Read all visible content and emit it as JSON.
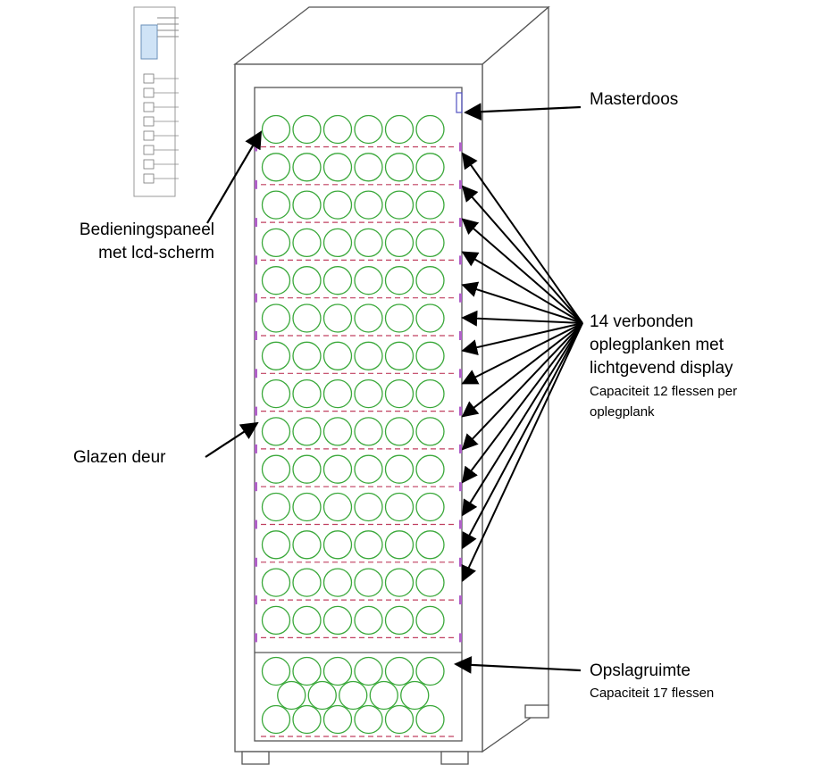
{
  "labels": {
    "masterdoos": "Masterdoos",
    "bedieningspaneel_line1": "Bedieningspaneel",
    "bedieningspaneel_line2": "met lcd-scherm",
    "shelves_line1": "14  verbonden",
    "shelves_line2": "oplegplanken  met",
    "shelves_line3": "lichtgevend display",
    "shelves_line4": "Capaciteit  12  flessen  per",
    "shelves_line5": "oplegplank",
    "glass_door": "Glazen deur",
    "storage_line1": "Opslagruimte",
    "storage_line2": "Capaciteit 17 flessen"
  },
  "colors": {
    "outline": "#555555",
    "bottle": "#3aa83a",
    "shelf_dash": "#c04060",
    "shelf_light": "#b060c8",
    "arrow": "#000000"
  },
  "shelf_count": 14,
  "bottles_per_shelf_row": 6,
  "storage_rows": [
    6,
    5,
    6
  ]
}
